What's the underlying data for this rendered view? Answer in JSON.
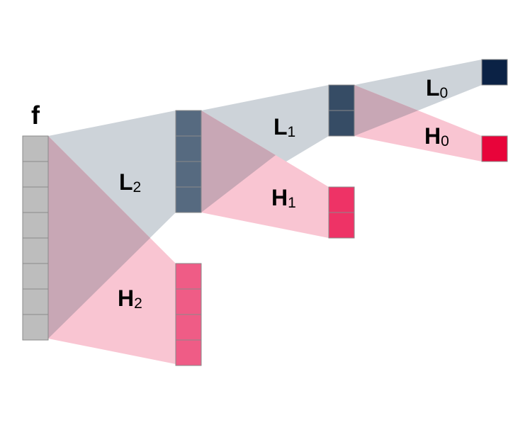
{
  "input_label": "f",
  "stages": [
    {
      "low_label": {
        "main": "L",
        "sub": "2"
      },
      "high_label": {
        "main": "H",
        "sub": "2"
      }
    },
    {
      "low_label": {
        "main": "L",
        "sub": "1"
      },
      "high_label": {
        "main": "H",
        "sub": "1"
      }
    },
    {
      "low_label": {
        "main": "L",
        "sub": "0"
      },
      "high_label": {
        "main": "H",
        "sub": "0"
      }
    }
  ],
  "blocks": {
    "input": {
      "cells": 8,
      "color": "#bdbdbd"
    },
    "low": [
      {
        "cells": 4,
        "color": "#566a80"
      },
      {
        "cells": 2,
        "color": "#364c65"
      },
      {
        "cells": 1,
        "color": "#0b2245"
      }
    ],
    "high": [
      {
        "cells": 4,
        "color": "#ef5c86"
      },
      {
        "cells": 2,
        "color": "#ee3366"
      },
      {
        "cells": 1,
        "color": "#e8043a"
      }
    ]
  },
  "colors": {
    "low_path": "#cdd3d9",
    "high_path": "#f9c5d2",
    "overlap": "#c8a7b5",
    "cell_border": "#8a8a8a"
  }
}
